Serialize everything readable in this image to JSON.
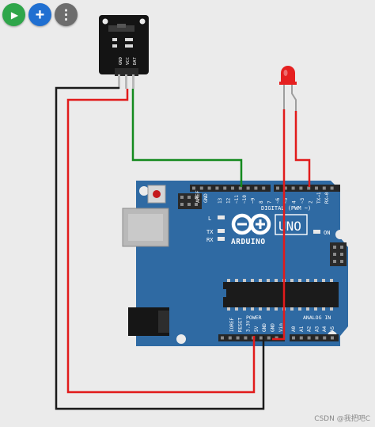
{
  "colors": {
    "play": "#2fa64a",
    "add": "#1f6fd1",
    "menu": "#6d6d6d",
    "board": "#2f6aa3",
    "wire_black": "#1a1a1a",
    "wire_red": "#e11b1b",
    "wire_green": "#148a1e",
    "led": "#e52020"
  },
  "toolbar": {
    "play_icon": "play-icon",
    "play_glyph": "▶",
    "add_icon": "plus-icon",
    "add_glyph": "+",
    "menu_icon": "more-vertical-icon",
    "menu_glyph": "⋮"
  },
  "sensor": {
    "pin_gnd": "GND",
    "pin_vcc": "VCC",
    "pin_dat": "DAT"
  },
  "board": {
    "brand": "ARDUINO",
    "model": "UNO",
    "digital_label": "DIGITAL (PWM ~)",
    "led_l": "L",
    "led_tx": "TX",
    "led_rx": "RX",
    "led_on": "ON",
    "header_aref": "AREF",
    "header_gnd": "GND",
    "digital_pins": [
      "13",
      "12",
      "~11",
      "~10",
      "~9",
      "8",
      "7",
      "~6",
      "~5",
      "4",
      "~3",
      "2",
      "TX→1",
      "RX←0"
    ],
    "power_label": "POWER",
    "analog_label": "ANALOG IN",
    "power_pins": [
      "IOREF",
      "RESET",
      "3.3V",
      "5V",
      "GND",
      "GND",
      "Vin"
    ],
    "analog_pins": [
      "A0",
      "A1",
      "A2",
      "A3",
      "A4",
      "A5"
    ]
  },
  "watermark": "CSDN @我把吧C"
}
